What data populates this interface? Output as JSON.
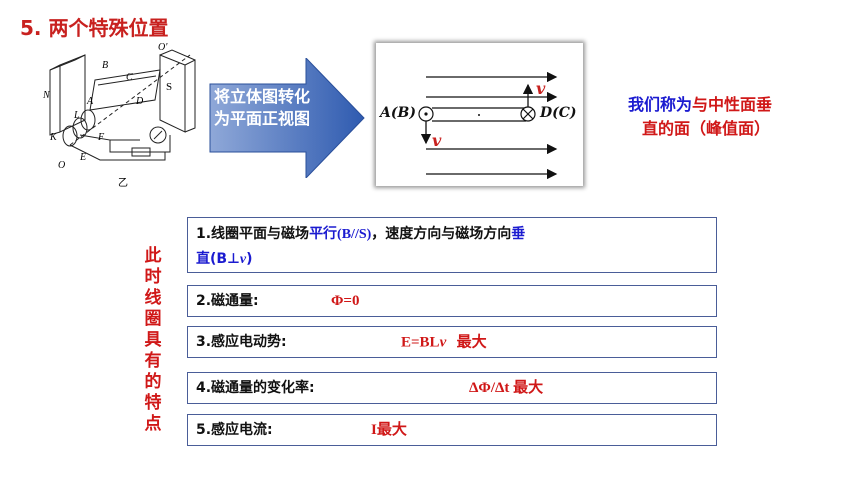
{
  "title": "5. 两个特殊位置",
  "left_figure": {
    "labels": {
      "O_prime": "O'",
      "B": "B",
      "C": "C",
      "N": "N",
      "S": "S",
      "A": "A",
      "D": "D",
      "L": "L",
      "K": "K",
      "F": "F",
      "E": "E",
      "O": "O",
      "caption": "乙"
    }
  },
  "arrow_text": {
    "line1": "将立体图转化",
    "line2": "为平面正视图"
  },
  "diagram": {
    "left_label": "A(B)",
    "right_label": "D(C)",
    "v_top": "v",
    "v_bottom": "v"
  },
  "note": {
    "part1": "我们称为",
    "part2": "与中性面垂",
    "part3": "直的面（峰值面）"
  },
  "vertical_label": [
    "此",
    "时",
    "线",
    "圈",
    "具",
    "有",
    "的",
    "特",
    "点"
  ],
  "rows": [
    {
      "prefix": "1.线圈平面与磁场",
      "blue1": "平行(B//S)",
      "mid": "，速度方向与磁场方向",
      "blue2": "垂",
      "blue3": "直(B⊥",
      "v": "v",
      "end": ")"
    },
    {
      "label": "2.磁通量:",
      "value": "Φ=0"
    },
    {
      "label": "3.感应电动势:",
      "value_a": "E=BL",
      "value_v": "v",
      "value_b": "  最大"
    },
    {
      "label": "4.磁通量的变化率:",
      "value": "ΔΦ/Δt 最大"
    },
    {
      "label": "5.感应电流:",
      "value": "I最大"
    }
  ]
}
